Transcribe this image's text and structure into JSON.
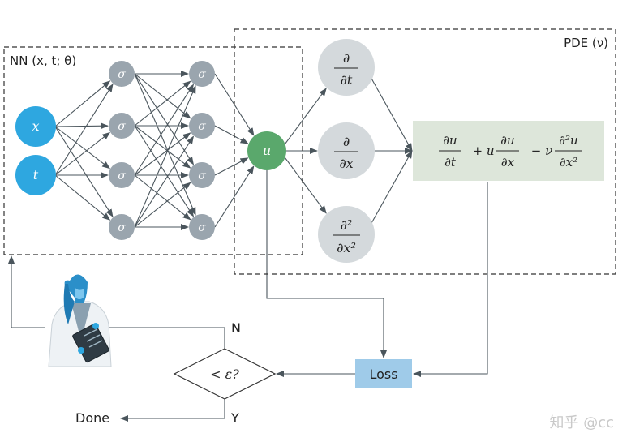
{
  "nn_box": {
    "label": "NN (x, t; θ)"
  },
  "pde_box": {
    "label": "PDE (ν)"
  },
  "inputs": [
    "x",
    "t"
  ],
  "hidden_layer_1": [
    "σ",
    "σ",
    "σ",
    "σ"
  ],
  "hidden_layer_2": [
    "σ",
    "σ",
    "σ",
    "σ"
  ],
  "output_node": {
    "label": "u"
  },
  "derivatives": [
    {
      "num": "∂",
      "den": "∂t"
    },
    {
      "num": "∂",
      "den": "∂x"
    },
    {
      "num": "∂²",
      "den": "∂x²"
    }
  ],
  "equation": {
    "t1_num": "∂u",
    "t1_den": "∂t",
    "op1": "+ u",
    "t2_num": "∂u",
    "t2_den": "∂x",
    "op2": "− ν",
    "t3_num": "∂²u",
    "t3_den": "∂x²"
  },
  "loss": {
    "label": "Loss"
  },
  "decision": {
    "label": "< ε?"
  },
  "branch_no": "N",
  "branch_yes": "Y",
  "done": "Done",
  "watermark": "知乎 @cc",
  "colors": {
    "input_node": "#2ea7e0",
    "hidden_node": "#9aa5ae",
    "output_node": "#5aa86c",
    "derivative_node": "#d4d9dc",
    "equation_box": "#dde6da",
    "loss_box": "#9fcbe9",
    "line": "#4a555c"
  }
}
